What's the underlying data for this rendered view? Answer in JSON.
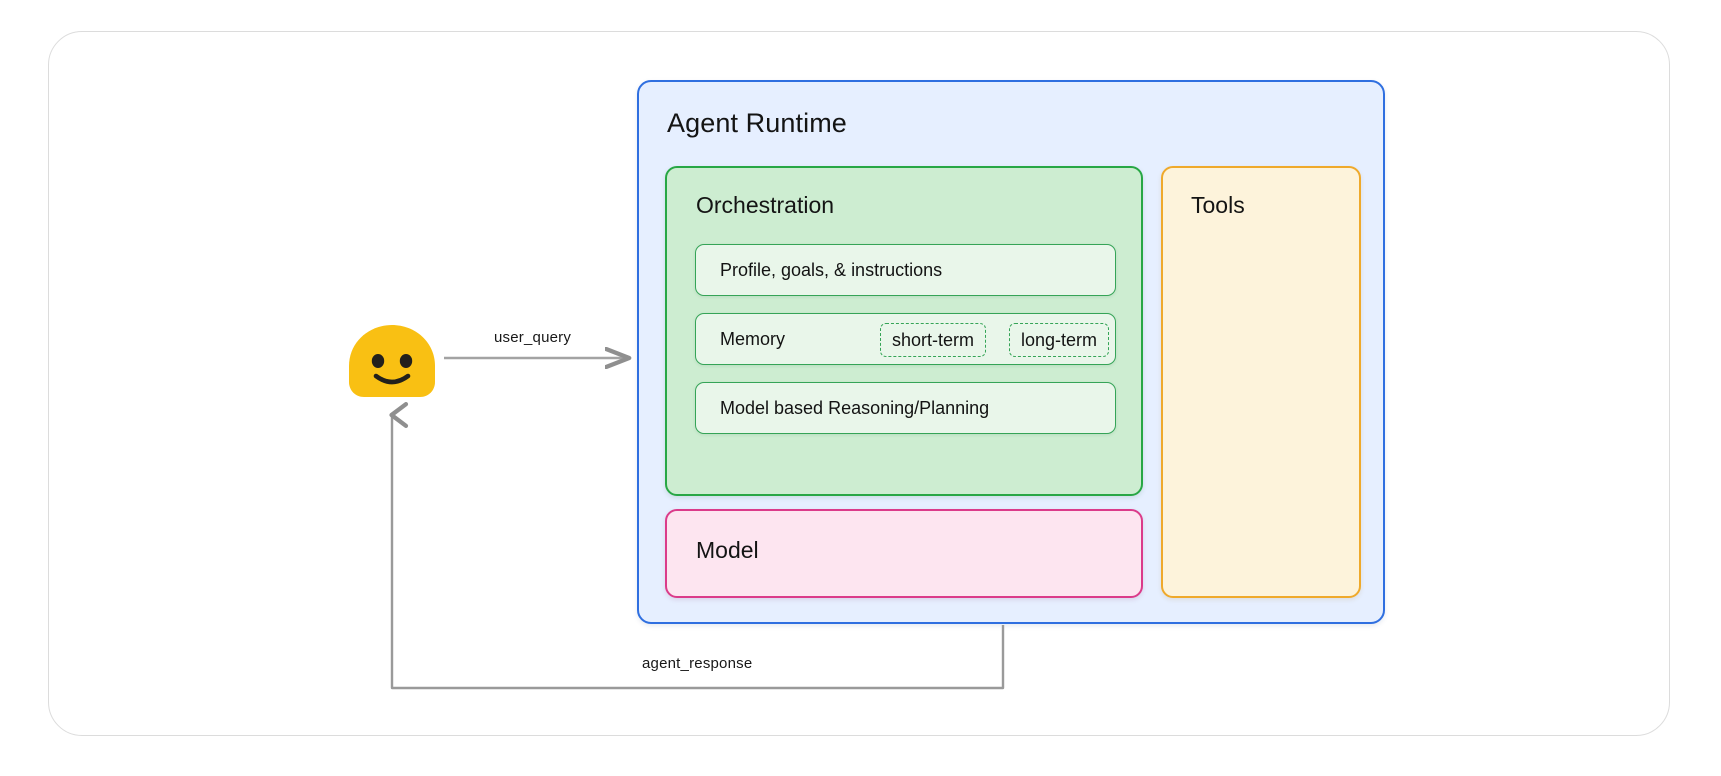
{
  "diagram": {
    "type": "agent-architecture",
    "runtime": {
      "title": "Agent Runtime",
      "border_color": "#2f6fe0",
      "fill_color": "#e6efff"
    },
    "orchestration": {
      "title": "Orchestration",
      "border_color": "#28a745",
      "fill_color": "#cdedd1",
      "rows": [
        {
          "label": "Profile, goals, & instructions"
        },
        {
          "label": "Memory",
          "chips": [
            {
              "label": "short-term"
            },
            {
              "label": "long-term"
            }
          ]
        },
        {
          "label": "Model based Reasoning/Planning"
        }
      ]
    },
    "model": {
      "title": "Model",
      "border_color": "#db3b8a",
      "fill_color": "#fde5f0"
    },
    "tools": {
      "title": "Tools",
      "border_color": "#efa92b",
      "fill_color": "#fdf3db"
    },
    "user": {
      "icon": "smiley-face-avatar",
      "face_color": "#f9c013",
      "feature_color": "#22201c"
    },
    "edges": [
      {
        "label": "user_query",
        "from": "user",
        "to": "agent-runtime",
        "direction": "right",
        "color": "#9a9a9a"
      },
      {
        "label": "agent_response",
        "from": "agent-runtime",
        "to": "user",
        "direction": "up",
        "color": "#8f8f8f"
      }
    ],
    "frame": {
      "border_color": "#dcdcdc"
    }
  }
}
